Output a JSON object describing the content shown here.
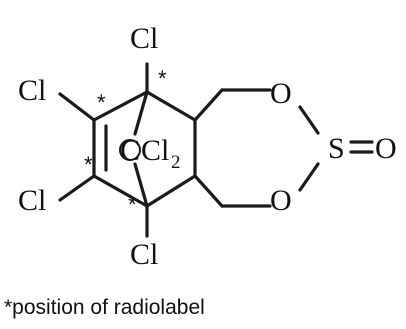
{
  "structure": {
    "atoms": {
      "cl_top": "Cl",
      "cl_upper_left": "Cl",
      "cl_lower_left": "Cl",
      "cl_bottom": "Cl",
      "ccl2_c": "C",
      "ccl2_cl": "Cl",
      "ccl2_subscript": "2",
      "o_upper": "O",
      "o_lower": "O",
      "s": "S",
      "o_double": "O"
    },
    "radiolabel_marker": "*",
    "caption": "*position of radiolabel"
  }
}
